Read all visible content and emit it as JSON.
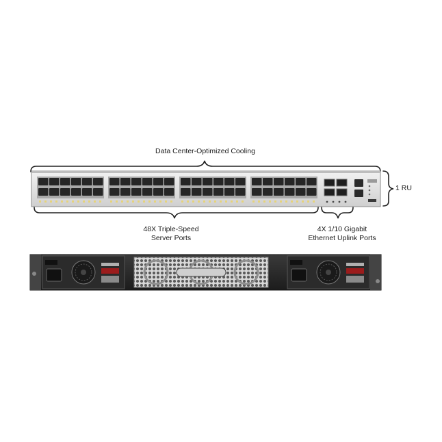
{
  "diagram": {
    "labels": {
      "cooling": "Data Center-Optimized Cooling",
      "rack_units": "1 RU",
      "server_ports_line1": "48X Triple-Speed",
      "server_ports_line2": "Server Ports",
      "uplink_ports_line1": "4X 1/10 Gigabit",
      "uplink_ports_line2": "Ethernet Uplink Ports"
    },
    "front_panel": {
      "server_port_count": 48,
      "uplink_port_count": 4,
      "management_port_count": 2
    },
    "rear_panel": {
      "power_supply_count": 2,
      "fan_tray_count": 1
    }
  }
}
